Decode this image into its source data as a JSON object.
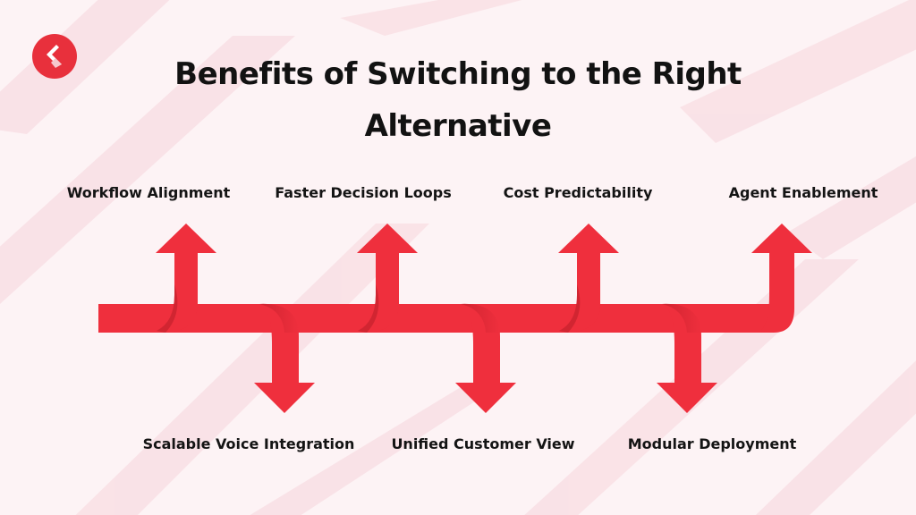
{
  "title": "Benefits of Switching to the Right Alternative",
  "benefits_up": [
    "Workflow Alignment",
    "Faster Decision Loops",
    "Cost Predictability",
    "Agent Enablement"
  ],
  "benefits_down": [
    "Scalable Voice Integration",
    "Unified Customer View",
    "Modular Deployment"
  ],
  "colors": {
    "background": "#fdf3f5",
    "background_stripes": "#f9e1e6",
    "arrow": "#ef2f3d",
    "arrow_shadow": "#c8212d",
    "text": "#121212"
  },
  "icons": {
    "logo": "brand-logo-icon",
    "arrow_up": "arrow-up-icon",
    "arrow_down": "arrow-down-icon"
  }
}
